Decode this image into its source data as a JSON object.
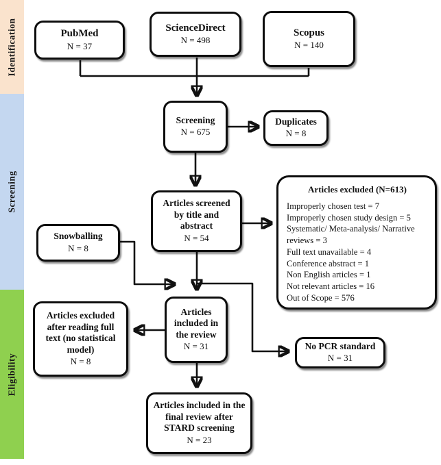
{
  "sidebar": {
    "sections": [
      {
        "id": "identification",
        "label": "Identification",
        "color": "#FAE3CD"
      },
      {
        "id": "screening",
        "label": "Screening",
        "color": "#C4D7F0"
      },
      {
        "id": "eligibility",
        "label": "Eligibility",
        "color": "#8FD04F"
      }
    ]
  },
  "boxes": {
    "pubmed": {
      "title": "PubMed",
      "count": "N = 37"
    },
    "sciencedirect": {
      "title": "ScienceDirect",
      "count": "N = 498"
    },
    "scopus": {
      "title": "Scopus",
      "count": "N = 140"
    },
    "screening": {
      "title": "Screening",
      "count": "N = 675"
    },
    "duplicates": {
      "title": "Duplicates",
      "count": "N = 8"
    },
    "screened": {
      "title": "Articles screened by title and abstract",
      "count": "N = 54"
    },
    "snowballing": {
      "title": "Snowballing",
      "count": "N = 8"
    },
    "included": {
      "title": "Articles included in the review",
      "count": "N = 31"
    },
    "fulltext": {
      "title": "Articles excluded after reading full text (no statistical model)",
      "count": "N = 8"
    },
    "nopcr": {
      "title": "No PCR standard",
      "count": "N = 31"
    },
    "final": {
      "title": "Articles included in the final review after STARD screening",
      "count": "N = 23"
    },
    "excluded": {
      "title": "Articles excluded (N=613)",
      "items": [
        "Improperly chosen test = 7",
        "Improperly chosen study design = 5",
        "Systematic/ Meta-analysis/ Narrative reviews = 3",
        "Full text unavailable = 4",
        "Conference abstract = 1",
        "Non English articles = 1",
        "Not relevant articles = 16",
        "Out of Scope = 576"
      ]
    }
  },
  "style": {
    "arrow_color": "#111111"
  }
}
